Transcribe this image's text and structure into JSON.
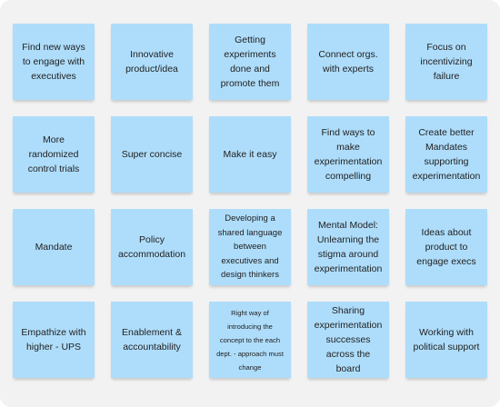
{
  "board": {
    "notes": [
      {
        "text": "Find new ways to engage with executives"
      },
      {
        "text": "Innovative product/idea"
      },
      {
        "text": "Getting experiments done and promote them"
      },
      {
        "text": "Connect orgs. with experts"
      },
      {
        "text": "Focus on incentivizing failure"
      },
      {
        "text": "More randomized control trials"
      },
      {
        "text": "Super concise"
      },
      {
        "text": "Make it easy"
      },
      {
        "text": "Find ways to make experimentation compelling"
      },
      {
        "text": "Create better Mandates supporting experimentation"
      },
      {
        "text": "Mandate"
      },
      {
        "text": "Policy accommodation"
      },
      {
        "text": "Developing a shared language between executives and design thinkers"
      },
      {
        "text": "Mental Model: Unlearning the stigma around experimentation"
      },
      {
        "text": "Ideas about product to engage execs"
      },
      {
        "text": "Empathize with higher - UPS"
      },
      {
        "text": "Enablement & accountability"
      },
      {
        "text": "Right way of introducing the concept to the each dept. - approach must change"
      },
      {
        "text": "Sharing experimentation successes across the board"
      },
      {
        "text": "Working with political support"
      }
    ],
    "note_color": "#aeddfb"
  }
}
